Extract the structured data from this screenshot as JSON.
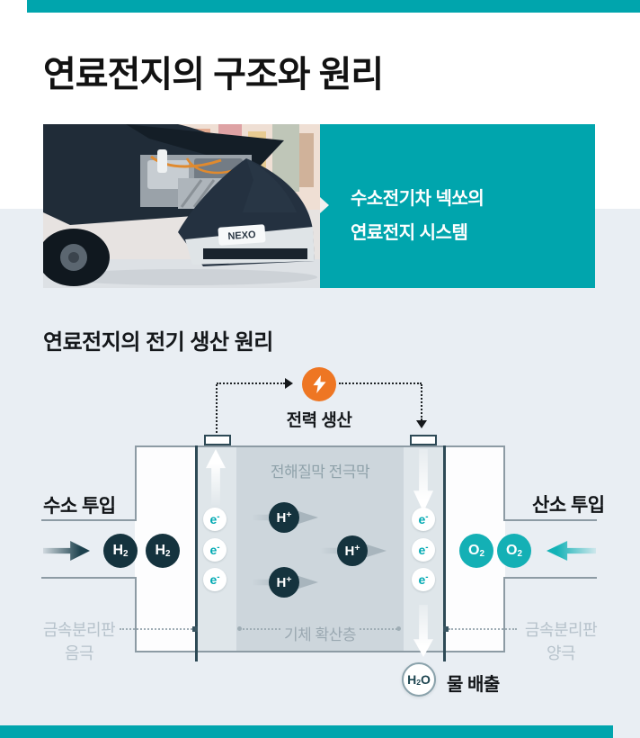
{
  "page": {
    "title": "연료전지의 구조와 원리",
    "colors": {
      "accent_teal": "#00a5ad",
      "molecule_teal": "#14b0b5",
      "molecule_navy": "#15333e",
      "power_orange": "#ee7623",
      "section_background": "#e9eef3",
      "membrane_fill": "#cdd6dc",
      "electrode_fill": "#dfe6ea"
    }
  },
  "hero": {
    "caption_line1": "수소전기차 넥쏘의",
    "caption_line2": "연료전지 시스템",
    "car_badge": "NEXO",
    "photo_icon": "car-engine-photo"
  },
  "principle": {
    "section_title": "연료전지의 전기 생산 원리",
    "power_label": "전력 생산",
    "power_icon": "lightning-icon",
    "membrane_label": "전해질막 전극막",
    "diffusion_label": "기체 확산층",
    "hydrogen_label": "수소 투입",
    "oxygen_label": "산소 투입",
    "anode_plate": {
      "line1": "금속분리판",
      "line2": "음극"
    },
    "cathode_plate": {
      "line1": "금속분리판",
      "line2": "양극"
    },
    "water_label": "물 배출",
    "molecules": {
      "h2": {
        "base": "H",
        "sub": "2"
      },
      "o2": {
        "base": "O",
        "sub": "2"
      },
      "h_ion": {
        "base": "H",
        "sup": "+"
      },
      "electron": {
        "base": "e",
        "sup": "-"
      },
      "h2o": {
        "base": "H",
        "sub": "2",
        "tail": "O"
      }
    }
  }
}
